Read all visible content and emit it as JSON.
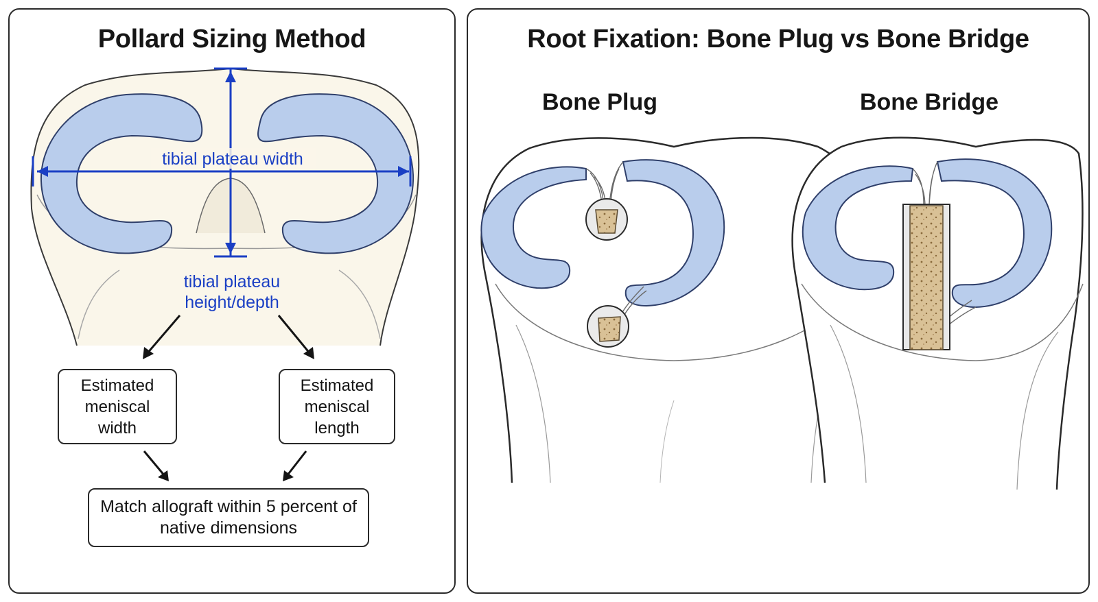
{
  "left_panel": {
    "title": "Pollard Sizing Method",
    "width_label": "tibial plateau width",
    "depth_label_line1": "tibial plateau",
    "depth_label_line2": "height/depth",
    "box_width": "Estimated meniscal width",
    "box_length": "Estimated meniscal length",
    "box_match": "Match allograft within 5 percent of native dimensions"
  },
  "right_panel": {
    "title": "Root Fixation: Bone Plug vs Bone Bridge",
    "plug_label": "Bone Plug",
    "bridge_label": "Bone Bridge"
  },
  "colors": {
    "meniscus": "#b9cdec",
    "bone": "#faf6ea",
    "measure_blue": "#1a3fc4",
    "graft": "#d7bf94",
    "outline": "#2a2a2a"
  }
}
